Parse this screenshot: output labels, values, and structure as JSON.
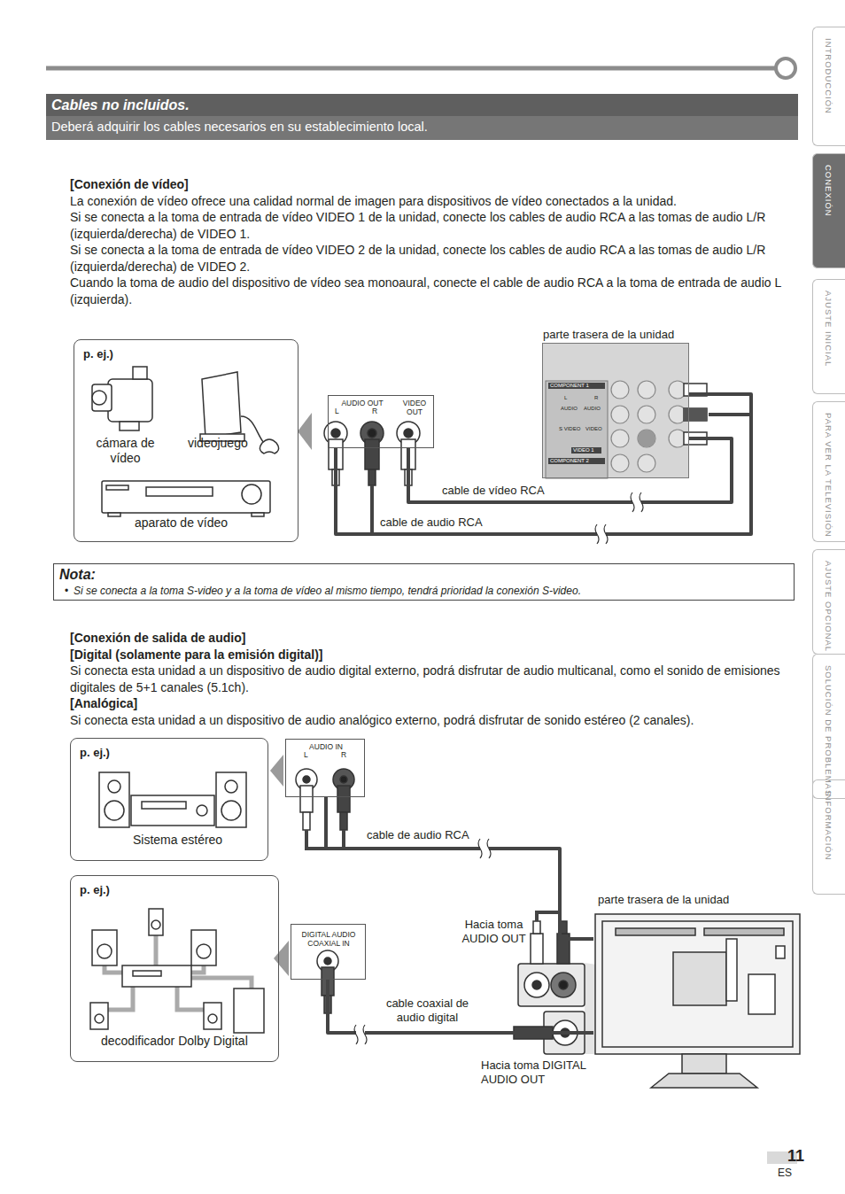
{
  "diagram": {
    "nodes": [
      {
        "text": [
          "Cables no incluidos.",
          "Deberá adquirir los cables necesarios en su establecimiento local."
        ]
      },
      {
        "text": [
          "p. ej.)",
          "cámara de vídeo",
          "videojuego",
          "aparato de vídeo"
        ]
      },
      {
        "text": [
          "AUDIO OUT",
          "L",
          "R",
          "VIDEO OUT"
        ]
      },
      {
        "text": [
          "parte trasera de la unidad",
          "COMPONENT 1",
          "AUDIO",
          "L",
          "AUDIO",
          "R",
          "S VIDEO",
          "VIDEO",
          "VIDEO 1",
          "COMPONENT 2"
        ]
      },
      {
        "text": [
          "Nota:",
          "•",
          "Si se conecta a la toma S-video y a la toma de vídeo al mismo tiempo, tendrá prioridad la conexión S-video."
        ]
      },
      {
        "text": [
          "p. ej.)",
          "Sistema estéreo"
        ]
      },
      {
        "text": [
          "AUDIO IN",
          "L",
          "R"
        ]
      },
      {
        "text": [
          "p. ej.)",
          "decodificador Dolby Digital"
        ]
      },
      {
        "text": [
          "DIGITAL AUDIO COAXIAL IN"
        ]
      },
      {
        "text": [
          "parte trasera de la unidad"
        ]
      },
      {
        "text": [
          "INTRODUCCIÓN"
        ]
      },
      {
        "text": [
          "CONEXIÓN"
        ]
      },
      {
        "text": [
          "AJUSTE INICIAL"
        ]
      },
      {
        "text": [
          "PARA VER LA TELEVISIÓN"
        ]
      },
      {
        "text": [
          "AJUSTE OPCIONAL"
        ]
      },
      {
        "text": [
          "SOLUCIÓN DE PROBLEMAS"
        ]
      },
      {
        "text": [
          "INFORMACIÓN"
        ]
      }
    ],
    "edges": [
      {
        "from": 2,
        "to": 3,
        "label": "cable de vídeo RCA",
        "arrow": "none"
      },
      {
        "from": 2,
        "to": 3,
        "label": "cable de audio RCA",
        "arrow": "none"
      },
      {
        "from": 6,
        "to": 9,
        "label": "cable de audio RCA",
        "arrow": "none"
      },
      {
        "from": 8,
        "to": 9,
        "label": "cable coaxial de audio digital",
        "arrow": "none"
      }
    ],
    "labels": [
      "[Conexión de vídeo]",
      "La conexión de vídeo ofrece una calidad normal de imagen para dispositivos de vídeo conectados a la unidad.",
      "Si se conecta a la toma de entrada de vídeo VIDEO 1 de la unidad, conecte los cables de audio RCA a las tomas de audio L/R (izquierda/derecha) de VIDEO 1.",
      "Si se conecta a la toma de entrada de vídeo VIDEO 2 de la unidad, conecte los cables de audio RCA a las tomas de audio L/R (izquierda/derecha) de VIDEO 2.",
      "Cuando la toma de audio del dispositivo de vídeo sea monoaural, conecte el cable de audio RCA a la toma de entrada de audio L (izquierda).",
      "[Conexión de salida de audio]",
      "[Digital (solamente para la emisión digital)]",
      "Si conecta esta unidad a un dispositivo de audio digital externo, podrá disfrutar de audio multicanal, como el sonido de emisiones digitales de 5+1 canales (5.1ch).",
      "[Analógica]",
      "Si conecta esta unidad a un dispositivo de audio analógico externo, podrá disfrutar de sonido estéreo (2 canales).",
      "Hacia toma AUDIO OUT",
      "Hacia toma DIGITAL AUDIO OUT",
      "11",
      "ES"
    ]
  }
}
